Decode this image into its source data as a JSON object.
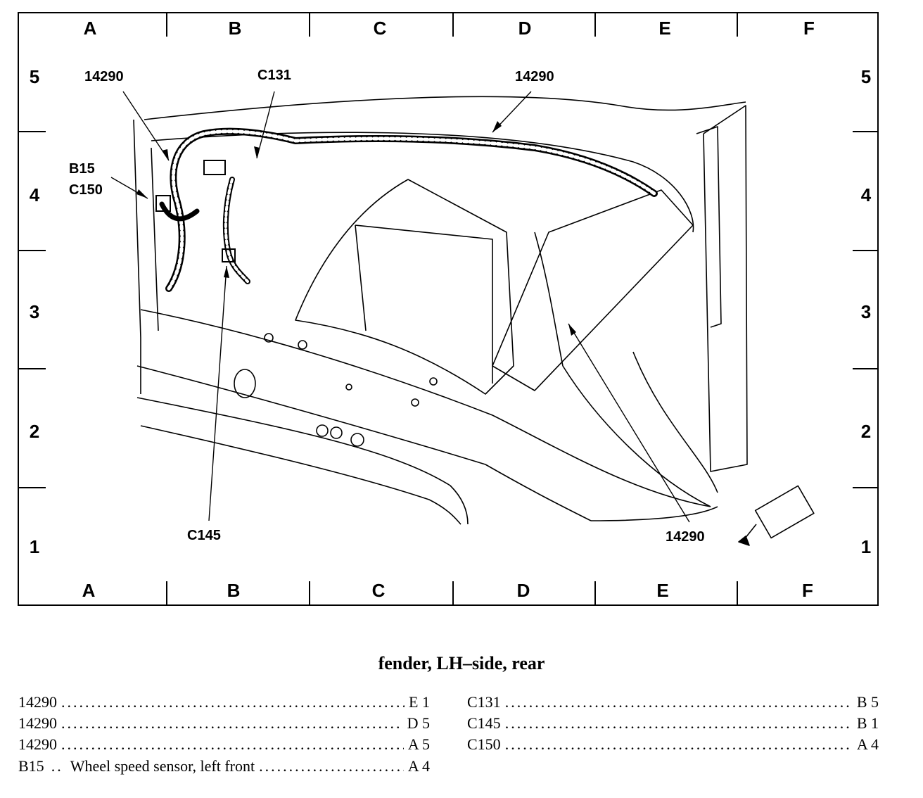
{
  "grid": {
    "columns": [
      "A",
      "B",
      "C",
      "D",
      "E",
      "F"
    ],
    "rows": [
      "5",
      "4",
      "3",
      "2",
      "1"
    ]
  },
  "callouts": [
    {
      "id": "14290-a5",
      "text": "14290"
    },
    {
      "id": "c131",
      "text": "C131"
    },
    {
      "id": "14290-d5",
      "text": "14290"
    },
    {
      "id": "b15",
      "text": "B15"
    },
    {
      "id": "c150",
      "text": "C150"
    },
    {
      "id": "c145",
      "text": "C145"
    },
    {
      "id": "14290-e1",
      "text": "14290"
    }
  ],
  "caption": "fender, LH–side, rear",
  "index": {
    "left": [
      {
        "code": "14290",
        "desc": "",
        "loc": "E 1"
      },
      {
        "code": "14290",
        "desc": "",
        "loc": "D 5"
      },
      {
        "code": "14290",
        "desc": "",
        "loc": "A 5"
      },
      {
        "code": "B15",
        "desc": "Wheel speed sensor, left front",
        "loc": "A 4"
      }
    ],
    "right": [
      {
        "code": "C131",
        "desc": "",
        "loc": "B 5"
      },
      {
        "code": "C145",
        "desc": "",
        "loc": "B 1"
      },
      {
        "code": "C150",
        "desc": "",
        "loc": "A 4"
      }
    ]
  }
}
